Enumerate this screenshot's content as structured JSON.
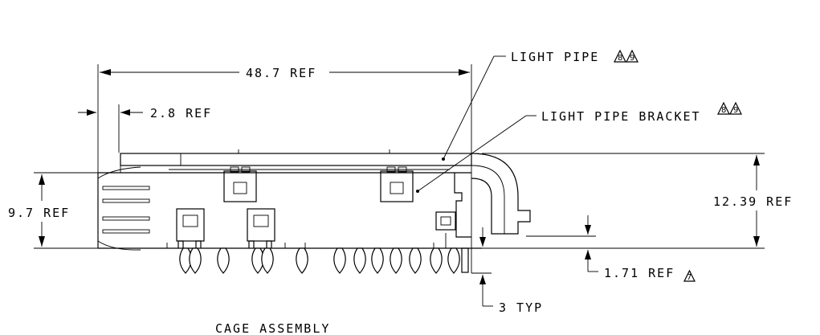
{
  "labels": {
    "light_pipe": "LIGHT PIPE",
    "light_pipe_bracket": "LIGHT PIPE BRACKET",
    "dim_48_7": "48.7 REF",
    "dim_2_8": "2.8 REF",
    "dim_9_7": "9.7 REF",
    "dim_12_39": "12.39 REF",
    "dim_1_71": "1.71 REF",
    "dim_3": "3 TYP",
    "caption": "CAGE ASSEMBLY"
  },
  "notes": {
    "n8": "8",
    "n9": "9",
    "n7": "7"
  }
}
